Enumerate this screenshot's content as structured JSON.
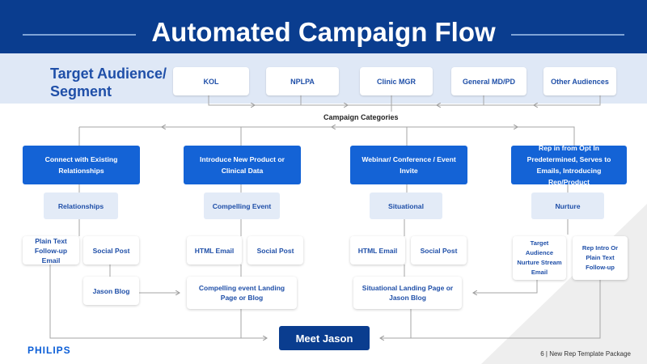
{
  "title": "Automated Campaign Flow",
  "segment_label": "Target Audience/ Segment",
  "audiences": [
    "KOL",
    "NPLPA",
    "Clinic MGR",
    "General MD/PD",
    "Other Audiences"
  ],
  "campaign_categories_label": "Campaign Categories",
  "categories": [
    {
      "title": "Connect with Existing Relationships",
      "subtitle": "Relationships"
    },
    {
      "title": "Introduce New Product or Clinical Data",
      "subtitle": "Compelling Event"
    },
    {
      "title": "Webinar/ Conference / Event Invite",
      "subtitle": "Situational"
    },
    {
      "title": "Rep in from Opt In Predetermined, Serves to Emails, Introducing Rep/Product",
      "subtitle": "Nurture"
    }
  ],
  "channels": {
    "relationships": [
      "Plain Text Follow-up Email",
      "Social Post",
      "Jason Blog"
    ],
    "compelling": [
      "HTML Email",
      "Social Post",
      "Compelling event Landing Page or Blog"
    ],
    "situational": [
      "HTML Email",
      "Social Post",
      "Situational Landing Page or Jason Blog"
    ],
    "nurture": [
      "Target Audience Nurture Stream Email",
      "Rep Intro Or Plain Text Follow-up"
    ]
  },
  "meet_label": "Meet Jason",
  "logo": "PHILIPS",
  "footer": "6  |  New Rep Template Package",
  "colors": {
    "header": "#0a3d8f",
    "band": "#dfe8f6",
    "category": "#1463d6",
    "subcategory": "#e3ebf7",
    "text_blue": "#1f4fa8"
  }
}
